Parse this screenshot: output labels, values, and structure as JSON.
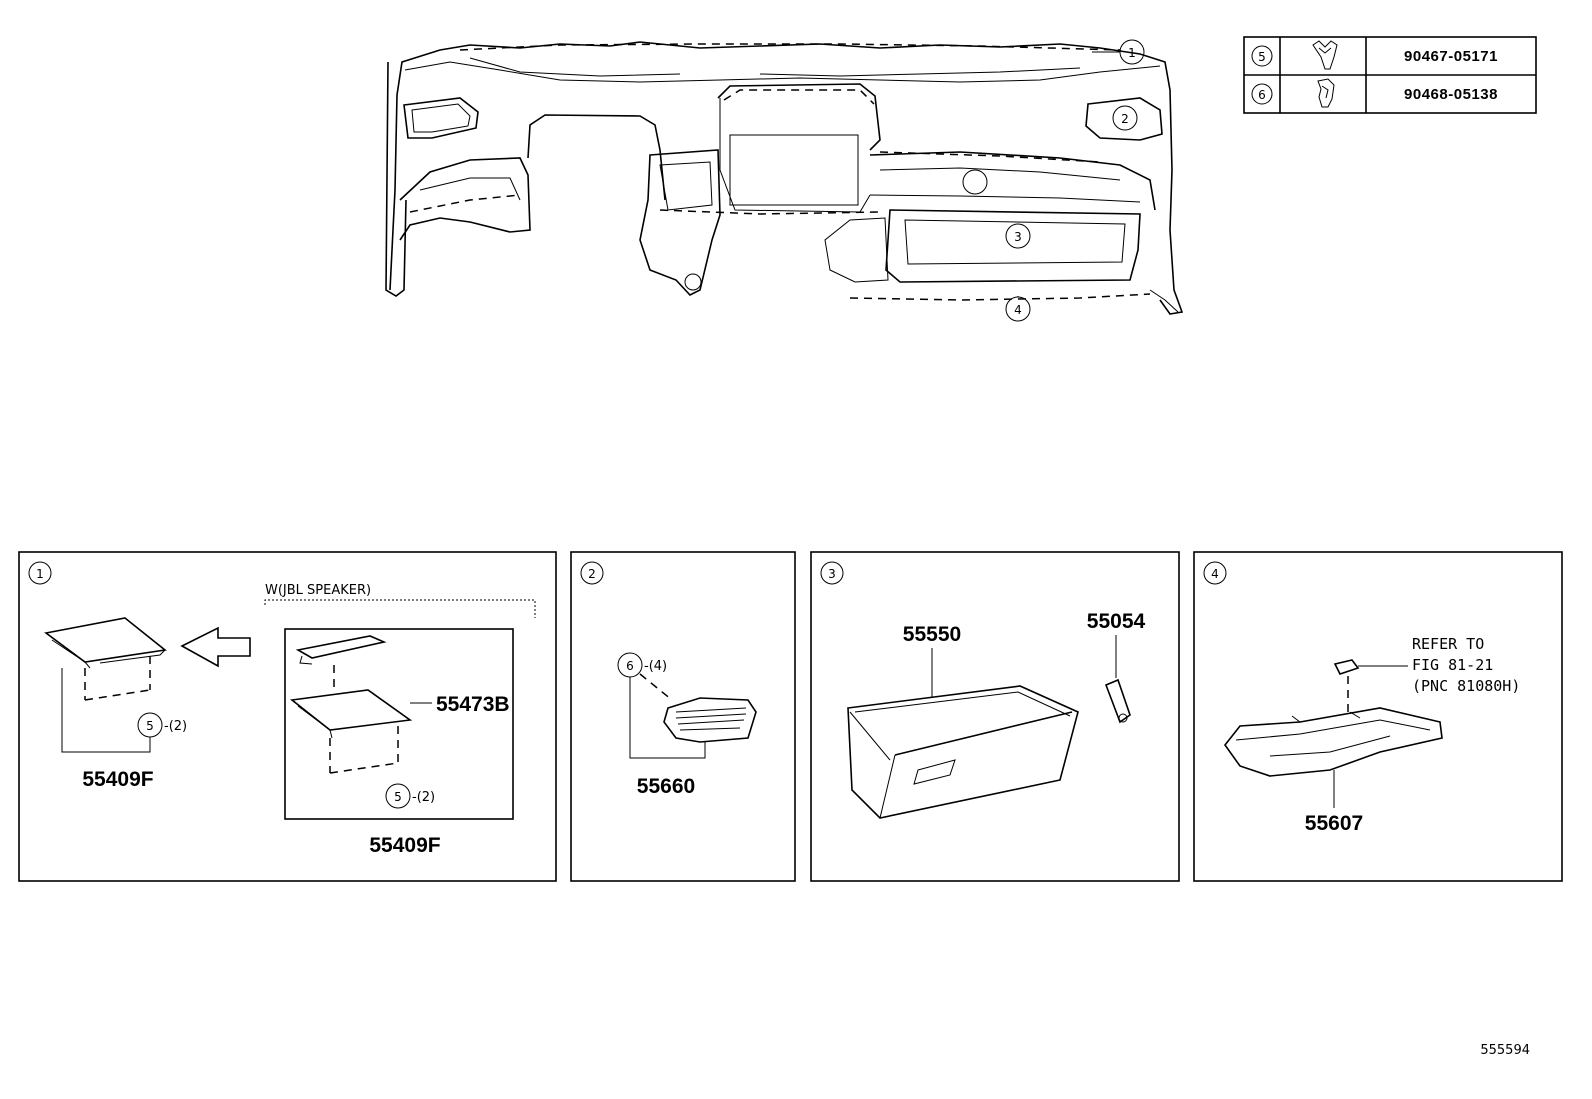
{
  "fastener_table": {
    "rows": [
      {
        "ref": "5",
        "icon": "clip-icon",
        "part_number": "90467-05171"
      },
      {
        "ref": "6",
        "icon": "clip-icon",
        "part_number": "90468-05138"
      }
    ]
  },
  "overview": {
    "callouts": [
      "1",
      "2",
      "3",
      "4"
    ]
  },
  "panels": [
    {
      "ref": "1",
      "variant_label": "W(JBL SPEAKER)",
      "parts": {
        "cover_left": "55409F",
        "cover_right": "55409F",
        "grille": "55473B",
        "clip_ref_left": "5",
        "clip_qty_left": "-(2)",
        "clip_ref_right": "5",
        "clip_qty_right": "-(2)"
      }
    },
    {
      "ref": "2",
      "parts": {
        "vent": "55660",
        "clip_ref": "6",
        "clip_qty": "-(4)"
      }
    },
    {
      "ref": "3",
      "parts": {
        "glove_box": "55550",
        "damper": "55054"
      }
    },
    {
      "ref": "4",
      "parts": {
        "undercover": "55607",
        "note_line1": "REFER TO",
        "note_line2": "FIG 81-21",
        "note_line3": "(PNC 81080H)"
      }
    }
  ],
  "figure_id": "555594"
}
